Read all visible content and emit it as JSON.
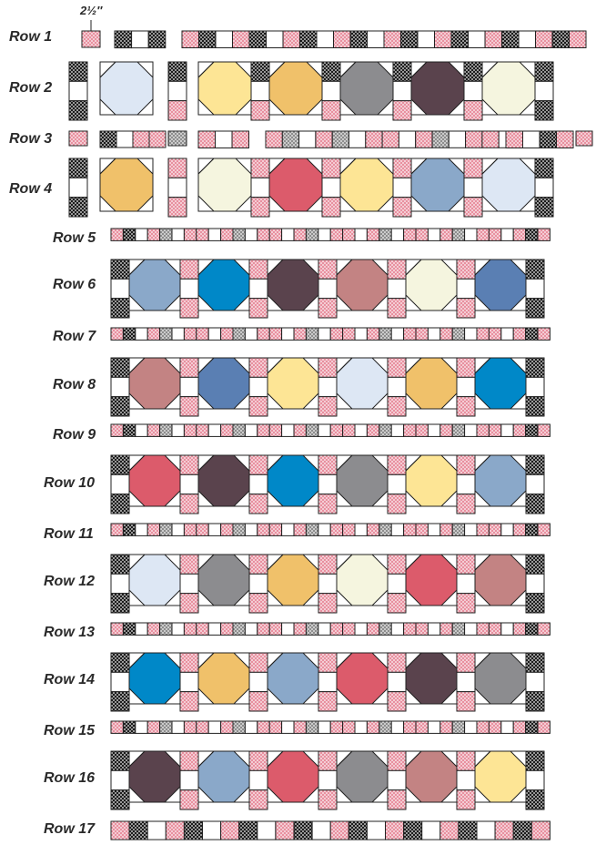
{
  "measure_label": "2½″",
  "colors": {
    "pink": "#e8909f",
    "dot_black": "#1c1c1c",
    "dot_gray": "#8d8d8d",
    "outline": "#222222"
  },
  "fabric_colors": {
    "lightblue": "#dde7f4",
    "yellow": "#fde595",
    "orange": "#f0c16a",
    "gray": "#8c8c8f",
    "plum": "#5a434d",
    "cream": "#f5f5df",
    "red": "#dc5b6b",
    "steel": "#8aa8c9",
    "blue": "#0088c8",
    "rose": "#c38383",
    "navy": "#5a7fb3"
  },
  "rows": [
    {
      "label": "Row 1"
    },
    {
      "label": "Row 2"
    },
    {
      "label": "Row 3"
    },
    {
      "label": "Row 4"
    },
    {
      "label": "Row 5"
    },
    {
      "label": "Row 6"
    },
    {
      "label": "Row 7"
    },
    {
      "label": "Row 8"
    },
    {
      "label": "Row 9"
    },
    {
      "label": "Row 10"
    },
    {
      "label": "Row 11"
    },
    {
      "label": "Row 12"
    },
    {
      "label": "Row 13"
    },
    {
      "label": "Row 14"
    },
    {
      "label": "Row 15"
    },
    {
      "label": "Row 16"
    },
    {
      "label": "Row 17"
    }
  ],
  "block_rows": {
    "row2": [
      "lightblue",
      "yellow",
      "orange",
      "gray",
      "plum",
      "cream"
    ],
    "row4": [
      "orange",
      "cream",
      "red",
      "yellow",
      "steel",
      "lightblue"
    ],
    "row6": [
      "steel",
      "blue",
      "plum",
      "rose",
      "cream",
      "navy"
    ],
    "row8": [
      "rose",
      "navy",
      "yellow",
      "lightblue",
      "orange",
      "blue"
    ],
    "row10": [
      "red",
      "plum",
      "blue",
      "gray",
      "yellow",
      "steel"
    ],
    "row12": [
      "lightblue",
      "gray",
      "orange",
      "cream",
      "red",
      "rose"
    ],
    "row14": [
      "blue",
      "orange",
      "steel",
      "red",
      "plum",
      "gray"
    ],
    "row16": [
      "plum",
      "steel",
      "red",
      "gray",
      "rose",
      "yellow"
    ]
  }
}
